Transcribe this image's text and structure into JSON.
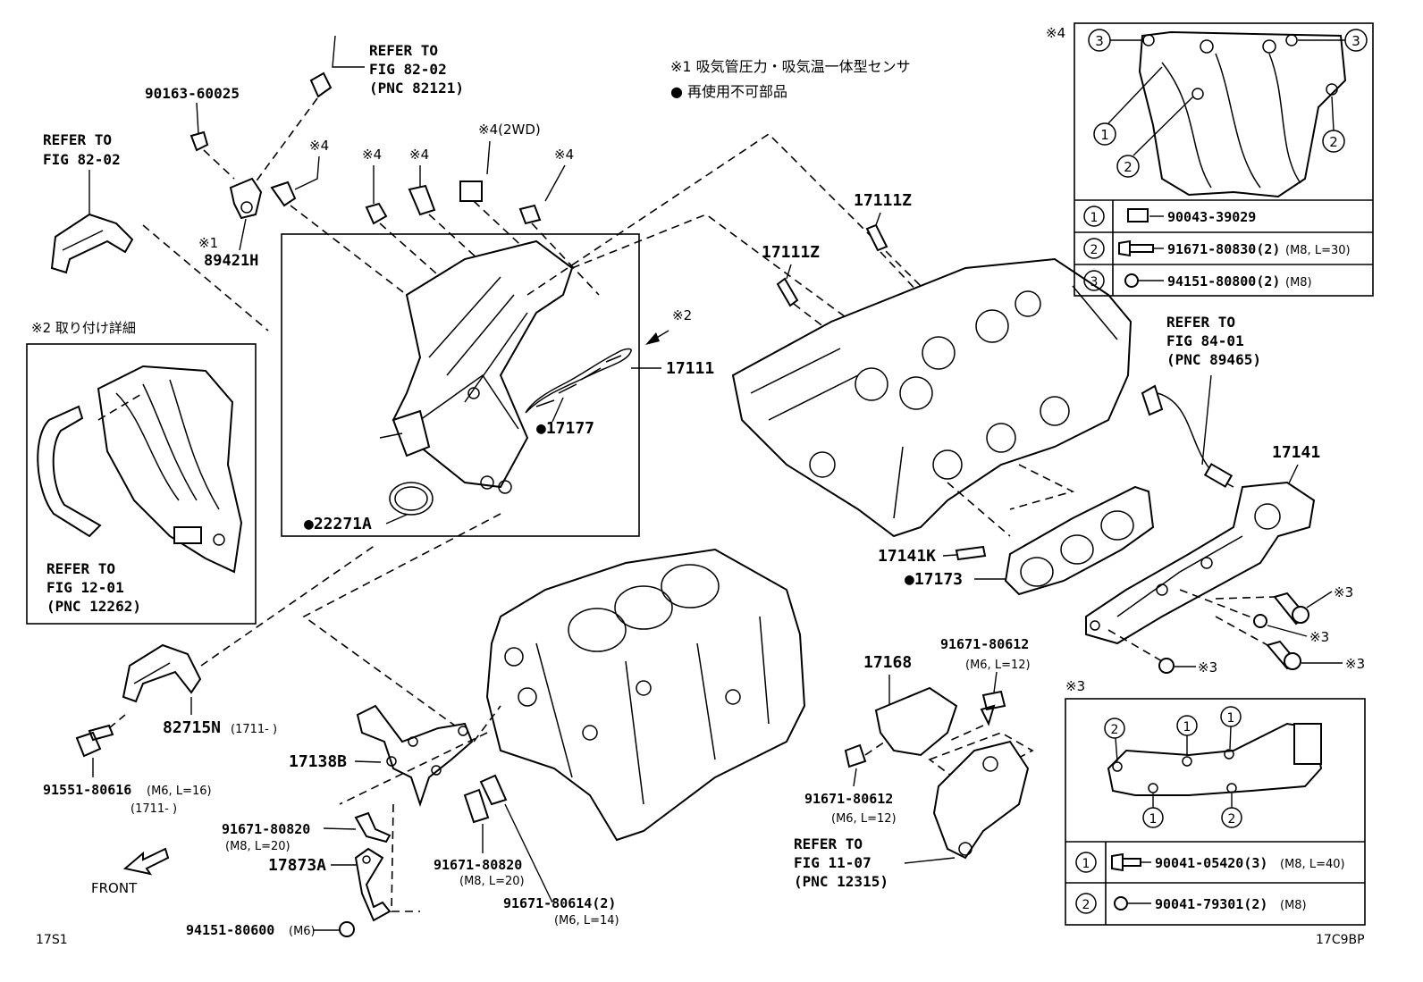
{
  "notes": {
    "n1": "※1 吸気管圧力・吸気温一体型センサ",
    "n2": "● 再使用不可部品"
  },
  "detail2": {
    "title": "※2 取り付け詳細",
    "refer": [
      "REFER TO",
      "FIG 12-01",
      "(PNC 12262)"
    ]
  },
  "refers": {
    "r1": [
      "REFER TO",
      "FIG 82-02",
      "(PNC 82121)"
    ],
    "r2": [
      "REFER TO",
      "FIG 82-02"
    ],
    "r3": [
      "REFER TO",
      "FIG 84-01",
      "(PNC 89465)"
    ],
    "r4": [
      "REFER TO",
      "FIG 11-07",
      "(PNC 12315)"
    ]
  },
  "labels": {
    "p90163": "90163-60025",
    "s1": "※1",
    "p89421": "89421H",
    "s4a": "※4",
    "s4b": "※4",
    "s4c": "※4",
    "s4d": "※4(2WD)",
    "s4e": "※4",
    "s2": "※2",
    "p17111": "17111",
    "p17177": "●17177",
    "p22271": "●22271A",
    "p17111Za": "17111Z",
    "p17111Zb": "17111Z",
    "p17141": "17141",
    "p17141K": "17141K",
    "p17173": "●17173",
    "s3a": "※3",
    "s3b": "※3",
    "s3c": "※3",
    "s3d": "※3",
    "p17168": "17168",
    "p80612a": "91671-80612",
    "p80612a_sub": "(M6, L=12)",
    "p80612b": "91671-80612",
    "p80612b_sub": "(M6, L=12)",
    "p82715": "82715N",
    "p82715_sub": "(1711-    )",
    "p91551": "91551-80616",
    "p91551_sub": "(M6, L=16)",
    "p91551_sub2": "(1711-    )",
    "p17138": "17138B",
    "p80820a": "91671-80820",
    "p80820a_sub": "(M8, L=20)",
    "p17873": "17873A",
    "p94151": "94151-80600",
    "p94151_sub": "(M6)",
    "p80820b": "91671-80820",
    "p80820b_sub": "(M8, L=20)",
    "p80614": "91671-80614(2)",
    "p80614_sub": "(M6, L=14)",
    "front": "FRONT",
    "code_left": "17S1",
    "code_right": "17C9BP"
  },
  "table4": {
    "mark": "※4",
    "rows": [
      {
        "num": "1",
        "part": "90043-39029",
        "spec": ""
      },
      {
        "num": "2",
        "part": "91671-80830(2)",
        "spec": "(M8, L=30)"
      },
      {
        "num": "3",
        "part": "94151-80800(2)",
        "spec": "(M8)"
      }
    ],
    "callouts": [
      "3",
      "3",
      "1",
      "2",
      "2"
    ]
  },
  "table3": {
    "mark": "※3",
    "rows": [
      {
        "num": "1",
        "part": "90041-05420(3)",
        "spec": "(M8, L=40)"
      },
      {
        "num": "2",
        "part": "90041-79301(2)",
        "spec": "(M8)"
      }
    ],
    "callouts": [
      "2",
      "1",
      "1",
      "1",
      "2"
    ]
  }
}
